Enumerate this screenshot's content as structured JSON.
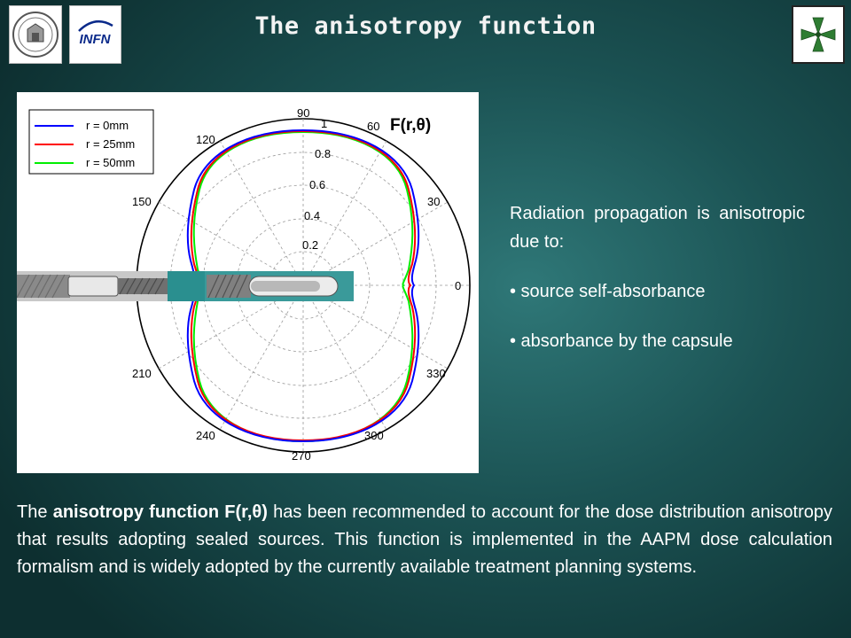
{
  "title": "The anisotropy function",
  "figure": {
    "label": "F(r,θ)",
    "angle_labels": [
      "90",
      "60",
      "30",
      "0",
      "330",
      "300",
      "270",
      "240",
      "210",
      "150",
      "120"
    ],
    "radial_labels": [
      "1",
      "0.8",
      "0.6",
      "0.4",
      "0.2"
    ],
    "legend": [
      "r = 0mm",
      "r = 25mm",
      "r = 50mm"
    ],
    "series_colors": [
      "#0000ff",
      "#ff0000",
      "#00ee00"
    ]
  },
  "side_text": {
    "intro": "Radiation propagation is anisotropic due to:",
    "bullets": [
      "• source self-absorbance",
      "• absorbance by the capsule"
    ]
  },
  "bottom_text": {
    "pre": "The ",
    "bold": "anisotropy function F(r,θ)",
    "post": " has been recommended to account for the dose distribution anisotropy that results adopting sealed sources. This function is implemented in the AAPM dose calculation formalism and is widely adopted by the currently available treatment planning systems."
  }
}
